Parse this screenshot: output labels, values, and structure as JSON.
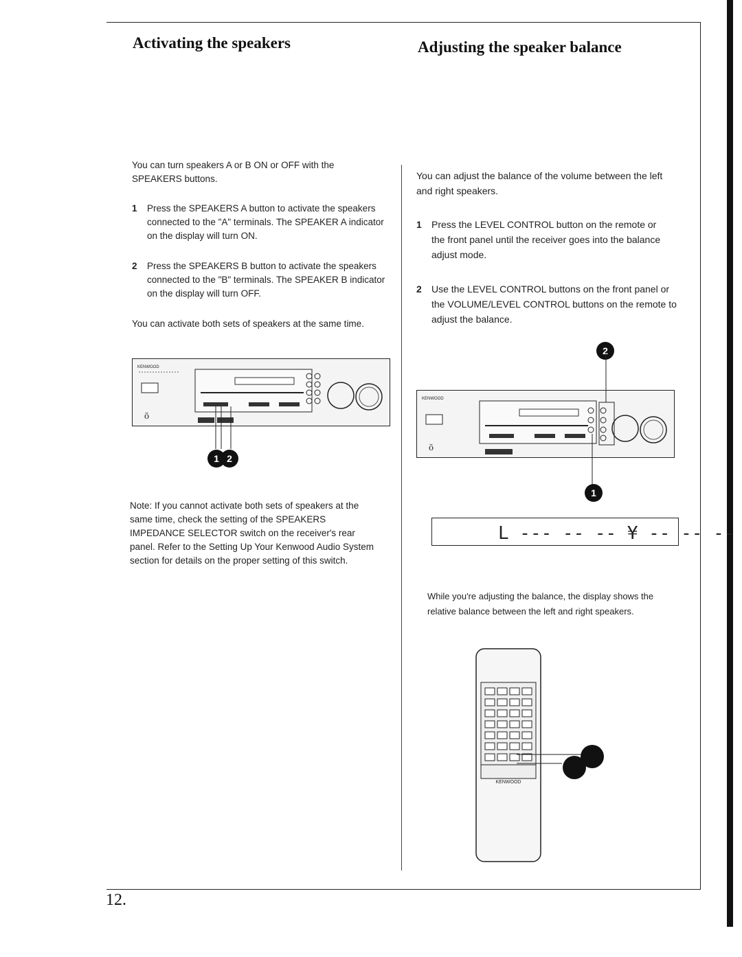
{
  "left": {
    "heading": "Activating the speakers",
    "intro": "You can turn speakers A or B ON or OFF with the SPEAKERS buttons.",
    "steps": [
      {
        "num": "1",
        "text": "Press the SPEAKERS A button to activate the speakers connected to the \"A\" terminals. The SPEAKER A indicator on the display will turn ON."
      },
      {
        "num": "2",
        "text": "Press the SPEAKERS B button to activate the speakers connected to the \"B\" terminals. The SPEAKER B indicator on the display will turn OFF."
      }
    ],
    "both": "You can activate both sets of speakers at the same time.",
    "callouts": [
      "1",
      "2"
    ],
    "note": "Note: If you cannot activate both sets of speakers at the same time, check the setting of the SPEAKERS IMPEDANCE SELECTOR switch on the receiver's rear panel. Refer to the Setting Up Your Kenwood Audio System section for details on the proper setting of this switch."
  },
  "right": {
    "heading": "Adjusting the speaker balance",
    "intro": "You can adjust the balance of the volume between the left and right speakers.",
    "steps": [
      {
        "num": "1",
        "text": "Press the LEVEL CONTROL button on the remote or the front panel until the receiver goes into the balance adjust mode."
      },
      {
        "num": "2",
        "text": "Use the LEVEL CONTROL buttons on the front panel or the VOLUME/LEVEL CONTROL buttons on the remote to adjust the balance."
      }
    ],
    "callout_top": "2",
    "callout_bottom": "1",
    "display_text": "L --- -- -- ¥ -- -- -- R -",
    "caption": "While you're adjusting the balance, the display shows the relative balance between the left and right speakers."
  },
  "brand": "KENWOOD",
  "page_number": "12."
}
